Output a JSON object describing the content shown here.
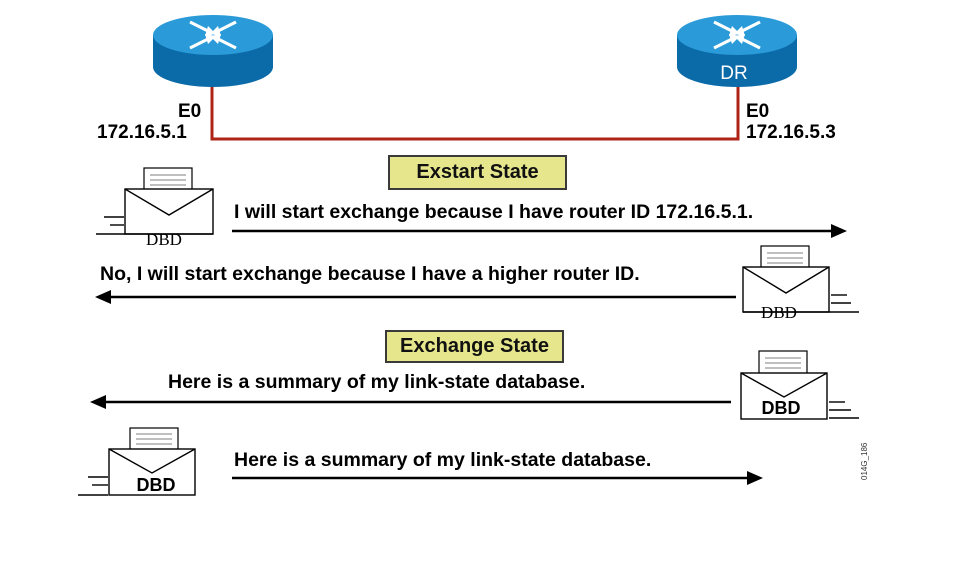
{
  "routers": {
    "left": {
      "label": ""
    },
    "right": {
      "label": "DR"
    }
  },
  "interfaces": {
    "left": {
      "name": "E0",
      "ip": "172.16.5.1"
    },
    "right": {
      "name": "E0",
      "ip": "172.16.5.3"
    }
  },
  "states": {
    "exstart": "Exstart State",
    "exchange": "Exchange State"
  },
  "messages": {
    "m1": "I will start exchange because I have router ID 172.16.5.1.",
    "m2": "No, I will start exchange because I have a higher router ID.",
    "m3": "Here is a summary of my link-state database.",
    "m4": "Here is a summary of my link-state database."
  },
  "packets": {
    "p1": "DBD",
    "p2": "DBD",
    "p3": "DBD",
    "p4": "DBD"
  },
  "figure_id": "014G_186",
  "colors": {
    "link": "#b02418",
    "router_top": "#2a9ad8",
    "router_side": "#0b6aa8",
    "state_box": "#e6e68c"
  }
}
